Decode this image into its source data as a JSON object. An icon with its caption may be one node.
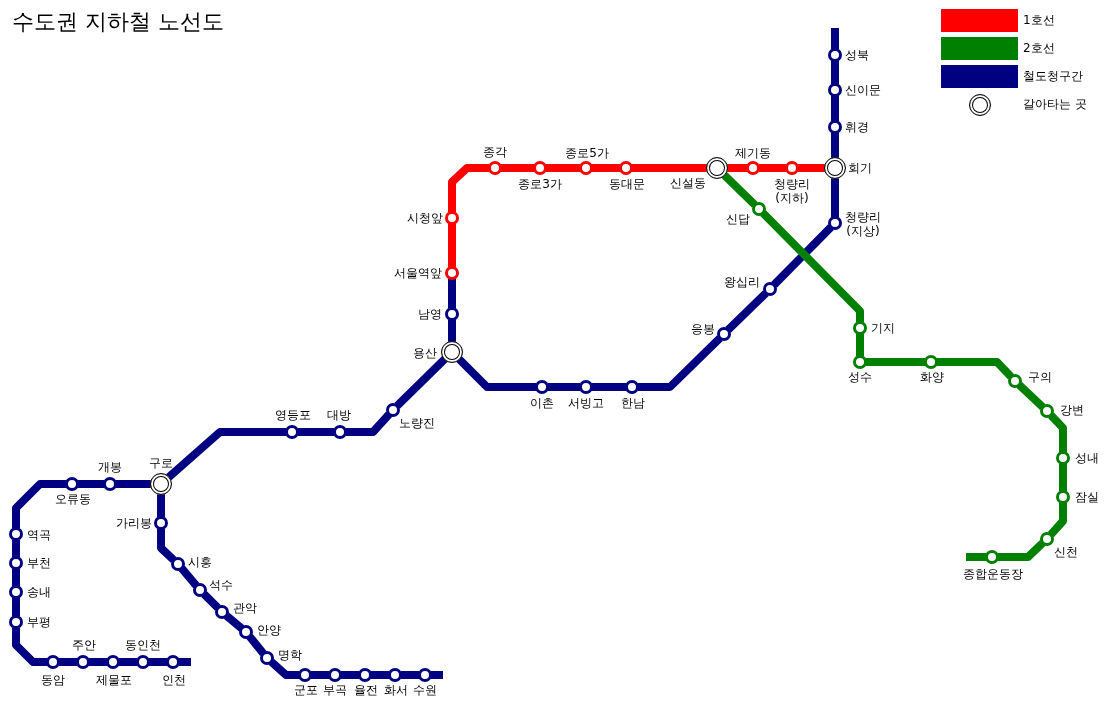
{
  "diagram": {
    "title": "수도권 지하철 노선도",
    "nodes": [
      {
        "text": [],
        "shape": "circle",
        "beside": [
          "서울역앞"
        ]
      },
      {
        "text": [],
        "shape": "circle",
        "beside": [
          "시청앞"
        ]
      },
      {
        "text": [],
        "shape": "circle",
        "beside": [
          "종각"
        ]
      },
      {
        "text": [],
        "shape": "circle",
        "beside": [
          "종로3가"
        ]
      },
      {
        "text": [],
        "shape": "circle",
        "beside": [
          "종로5가"
        ]
      },
      {
        "text": [],
        "shape": "circle",
        "beside": [
          "동대문"
        ]
      },
      {
        "text": [],
        "shape": "circle",
        "beside": [
          "신설동"
        ]
      },
      {
        "text": [],
        "shape": "circle",
        "beside": [
          "제기동"
        ]
      },
      {
        "text": [],
        "shape": "circle",
        "beside": [
          "청량리 (지하)"
        ]
      },
      {
        "text": [],
        "shape": "circle",
        "beside": [
          "회기"
        ]
      },
      {
        "text": [],
        "shape": "circle",
        "beside": [
          "휘경"
        ]
      },
      {
        "text": [],
        "shape": "circle",
        "beside": [
          "신이문"
        ]
      },
      {
        "text": [],
        "shape": "circle",
        "beside": [
          "성북"
        ]
      },
      {
        "text": [],
        "shape": "circle",
        "beside": [
          "청량리 (지상)"
        ]
      },
      {
        "text": [],
        "shape": "circle",
        "beside": [
          "왕십리"
        ]
      },
      {
        "text": [],
        "shape": "circle",
        "beside": [
          "응봉"
        ]
      },
      {
        "text": [],
        "shape": "circle",
        "beside": [
          "한남"
        ]
      },
      {
        "text": [],
        "shape": "circle",
        "beside": [
          "서빙고"
        ]
      },
      {
        "text": [],
        "shape": "circle",
        "beside": [
          "이촌"
        ]
      },
      {
        "text": [],
        "shape": "circle",
        "beside": [
          "용산"
        ]
      },
      {
        "text": [],
        "shape": "circle",
        "beside": [
          "남영"
        ]
      },
      {
        "text": [],
        "shape": "circle",
        "beside": [
          "노량진"
        ]
      },
      {
        "text": [],
        "shape": "circle",
        "beside": [
          "대방"
        ]
      },
      {
        "text": [],
        "shape": "circle",
        "beside": [
          "영등포"
        ]
      },
      {
        "text": [],
        "shape": "circle",
        "beside": [
          "구로"
        ]
      },
      {
        "text": [],
        "shape": "circle",
        "beside": [
          "개봉"
        ]
      },
      {
        "text": [],
        "shape": "circle",
        "beside": [
          "오류동"
        ]
      },
      {
        "text": [],
        "shape": "circle",
        "beside": [
          "역곡"
        ]
      },
      {
        "text": [],
        "shape": "circle",
        "beside": [
          "부천"
        ]
      },
      {
        "text": [],
        "shape": "circle",
        "beside": [
          "송내"
        ]
      },
      {
        "text": [],
        "shape": "circle",
        "beside": [
          "부평"
        ]
      },
      {
        "text": [],
        "shape": "circle",
        "beside": [
          "동암"
        ]
      },
      {
        "text": [],
        "shape": "circle",
        "beside": [
          "주안"
        ]
      },
      {
        "text": [],
        "shape": "circle",
        "beside": [
          "제물포"
        ]
      },
      {
        "text": [],
        "shape": "circle",
        "beside": [
          "동인천"
        ]
      },
      {
        "text": [],
        "shape": "circle",
        "beside": [
          "인천"
        ]
      },
      {
        "text": [],
        "shape": "circle",
        "beside": [
          "가리봉"
        ]
      },
      {
        "text": [],
        "shape": "circle",
        "beside": [
          "시흥"
        ]
      },
      {
        "text": [],
        "shape": "circle",
        "beside": [
          "석수"
        ]
      },
      {
        "text": [],
        "shape": "circle",
        "beside": [
          "관악"
        ]
      },
      {
        "text": [],
        "shape": "circle",
        "beside": [
          "안양"
        ]
      },
      {
        "text": [],
        "shape": "circle",
        "beside": [
          "명학"
        ]
      },
      {
        "text": [],
        "shape": "circle",
        "beside": [
          "군포"
        ]
      },
      {
        "text": [],
        "shape": "circle",
        "beside": [
          "부곡"
        ]
      },
      {
        "text": [],
        "shape": "circle",
        "beside": [
          "율전"
        ]
      },
      {
        "text": [],
        "shape": "circle",
        "beside": [
          "화서"
        ]
      },
      {
        "text": [],
        "shape": "circle",
        "beside": [
          "수원"
        ]
      },
      {
        "text": [],
        "shape": "circle",
        "beside": [
          "신답"
        ]
      },
      {
        "text": [],
        "shape": "circle",
        "beside": [
          "기지"
        ]
      },
      {
        "text": [],
        "shape": "circle",
        "beside": [
          "성수"
        ]
      },
      {
        "text": [],
        "shape": "circle",
        "beside": [
          "화양"
        ]
      },
      {
        "text": [],
        "shape": "circle",
        "beside": [
          "구의"
        ]
      },
      {
        "text": [],
        "shape": "circle",
        "beside": [
          "강변"
        ]
      },
      {
        "text": [],
        "shape": "circle",
        "beside": [
          "성내"
        ]
      },
      {
        "text": [],
        "shape": "circle",
        "beside": [
          "잠실"
        ]
      },
      {
        "text": [],
        "shape": "circle",
        "beside": [
          "신천"
        ]
      },
      {
        "text": [],
        "shape": "circle",
        "beside": [
          "종합운동장"
        ]
      }
    ],
    "edges": [
      {
        "from": 0,
        "to": 1,
        "arrow": "none",
        "color": "#ff0000"
      },
      {
        "from": 1,
        "to": 2,
        "arrow": "none",
        "color": "#ff0000"
      },
      {
        "from": 2,
        "to": 3,
        "arrow": "none",
        "color": "#ff0000"
      },
      {
        "from": 3,
        "to": 4,
        "arrow": "none",
        "color": "#ff0000"
      },
      {
        "from": 4,
        "to": 5,
        "arrow": "none",
        "color": "#ff0000"
      },
      {
        "from": 5,
        "to": 6,
        "arrow": "none",
        "color": "#ff0000"
      },
      {
        "from": 6,
        "to": 7,
        "arrow": "none",
        "color": "#ff0000"
      },
      {
        "from": 7,
        "to": 8,
        "arrow": "none",
        "color": "#ff0000"
      },
      {
        "from": 8,
        "to": 9,
        "arrow": "none",
        "color": "#ff0000"
      },
      {
        "from": 9,
        "to": 10,
        "arrow": "none"
      },
      {
        "from": 10,
        "to": 11,
        "arrow": "none"
      },
      {
        "from": 11,
        "to": 12,
        "arrow": "none"
      },
      {
        "from": 12,
        "to": null,
        "arrow": "none"
      },
      {
        "from": 9,
        "to": 13,
        "arrow": "none"
      },
      {
        "from": 13,
        "to": 14,
        "arrow": "none"
      },
      {
        "from": 14,
        "to": 15,
        "arrow": "none"
      },
      {
        "from": 15,
        "to": 16,
        "arrow": "none"
      },
      {
        "from": 16,
        "to": 17,
        "arrow": "none"
      },
      {
        "from": 17,
        "to": 18,
        "arrow": "none"
      },
      {
        "from": 18,
        "to": 19,
        "arrow": "none"
      },
      {
        "from": 0,
        "to": 20,
        "arrow": "none"
      },
      {
        "from": 20,
        "to": 19,
        "arrow": "none"
      },
      {
        "from": 19,
        "to": 21,
        "arrow": "none"
      },
      {
        "from": 21,
        "to": 22,
        "arrow": "none"
      },
      {
        "from": 22,
        "to": 23,
        "arrow": "none"
      },
      {
        "from": 23,
        "to": 24,
        "arrow": "none"
      },
      {
        "from": 24,
        "to": 25,
        "arrow": "none"
      },
      {
        "from": 25,
        "to": 26,
        "arrow": "none"
      },
      {
        "from": 26,
        "to": 27,
        "arrow": "none"
      },
      {
        "from": 27,
        "to": 28,
        "arrow": "none"
      },
      {
        "from": 28,
        "to": 29,
        "arrow": "none"
      },
      {
        "from": 29,
        "to": 30,
        "arrow": "none"
      },
      {
        "from": 30,
        "to": 31,
        "arrow": "none"
      },
      {
        "from": 31,
        "to": 32,
        "arrow": "none"
      },
      {
        "from": 32,
        "to": 33,
        "arrow": "none"
      },
      {
        "from": 33,
        "to": 34,
        "arrow": "none"
      },
      {
        "from": 34,
        "to": 35,
        "arrow": "none"
      },
      {
        "from": 35,
        "to": null,
        "arrow": "none"
      },
      {
        "from": 24,
        "to": 36,
        "arrow": "none"
      },
      {
        "from": 36,
        "to": 37,
        "arrow": "none"
      },
      {
        "from": 37,
        "to": 38,
        "arrow": "none"
      },
      {
        "from": 38,
        "to": 39,
        "arrow": "none"
      },
      {
        "from": 39,
        "to": 40,
        "arrow": "none"
      },
      {
        "from": 40,
        "to": 41,
        "arrow": "none"
      },
      {
        "from": 41,
        "to": 42,
        "arrow": "none"
      },
      {
        "from": 42,
        "to": 43,
        "arrow": "none"
      },
      {
        "from": 43,
        "to": 44,
        "arrow": "none"
      },
      {
        "from": 44,
        "to": 45,
        "arrow": "none"
      },
      {
        "from": 45,
        "to": 46,
        "arrow": "none"
      },
      {
        "from": 46,
        "to": null,
        "arrow": "none"
      },
      {
        "from": 6,
        "to": 47,
        "arrow": "none",
        "color": "#008000"
      },
      {
        "from": 47,
        "to": 48,
        "arrow": "none",
        "color": "#008000"
      },
      {
        "from": 48,
        "to": 49,
        "arrow": "none",
        "color": "#008000"
      },
      {
        "from": 49,
        "to": 50,
        "arrow": "none",
        "color": "#008000"
      },
      {
        "from": 50,
        "to": 51,
        "arrow": "none",
        "color": "#008000"
      },
      {
        "from": 51,
        "to": 52,
        "arrow": "none",
        "color": "#008000"
      },
      {
        "from": 52,
        "to": 53,
        "arrow": "none",
        "color": "#008000"
      },
      {
        "from": 53,
        "to": 54,
        "arrow": "none",
        "color": "#008000"
      },
      {
        "from": 54,
        "to": 55,
        "arrow": "none",
        "color": "#008000"
      },
      {
        "from": 55,
        "to": 56,
        "arrow": "none",
        "color": "#008000"
      },
      {
        "from": 56,
        "to": null,
        "arrow": "none",
        "color": "#008000"
      }
    ],
    "legend": [
      {
        "text": "1호선",
        "color": "#ff0000"
      },
      {
        "text": "2호선",
        "color": "#008000"
      },
      {
        "text": "철도청구간",
        "color": "#000080"
      },
      {
        "text": "갈아타는 곳"
      }
    ]
  }
}
